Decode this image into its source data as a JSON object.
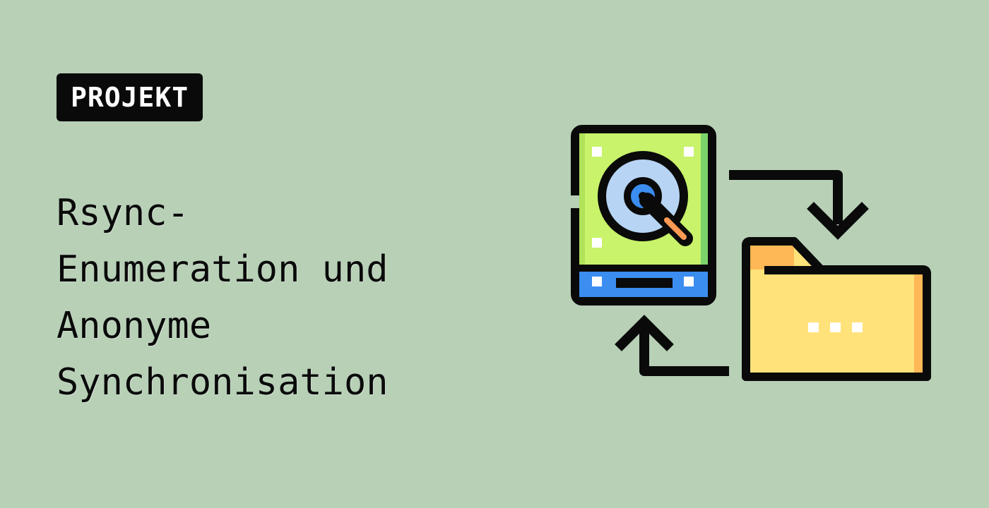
{
  "badge": {
    "label": "PROJEKT"
  },
  "title": {
    "lines": [
      "Rsync-",
      "Enumeration und",
      "Anonyme",
      "Synchronisation"
    ]
  },
  "illustration": {
    "icons": [
      "hard-drive-icon",
      "folder-icon",
      "arrow-to-folder-icon",
      "arrow-to-drive-icon"
    ]
  },
  "colors": {
    "background": "#b7d0b6",
    "badge_bg": "#0a0a0a",
    "badge_text": "#ffffff",
    "drive_body": "#c8f36a",
    "drive_base": "#3b8df0",
    "disk": "#b8d4f4",
    "folder": "#ffe27a",
    "folder_tab": "#ffb856",
    "outline": "#0a0a0a"
  }
}
